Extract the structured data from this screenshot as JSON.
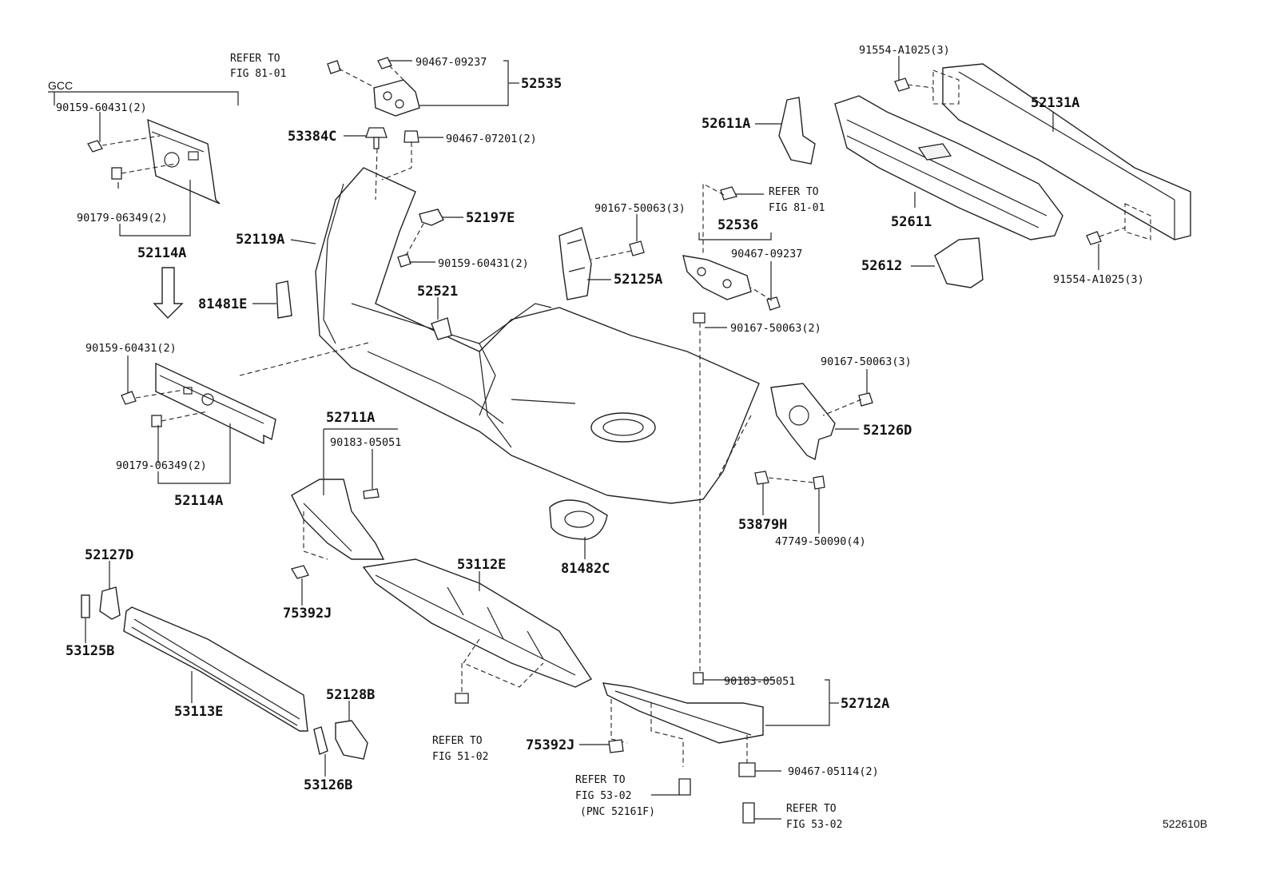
{
  "diagram": {
    "figure_id": "522610B",
    "region_note": "GCC",
    "arrow_icon": "down-arrow-icon",
    "labels": [
      {
        "id": "p90467-09237-a",
        "text": "90467-09237"
      },
      {
        "id": "p52535",
        "text": "52535"
      },
      {
        "id": "ref-81-01-a-1",
        "text": "REFER TO"
      },
      {
        "id": "ref-81-01-a-2",
        "text": "FIG 81-01"
      },
      {
        "id": "p90159-60431-a",
        "text": "90159-60431(2)"
      },
      {
        "id": "p90179-06349-a",
        "text": "90179-06349(2)"
      },
      {
        "id": "p52114A-a",
        "text": "52114A"
      },
      {
        "id": "p53384C",
        "text": "53384C"
      },
      {
        "id": "p90467-07201",
        "text": "90467-07201(2)"
      },
      {
        "id": "p52197E",
        "text": "52197E"
      },
      {
        "id": "p52119A",
        "text": "52119A"
      },
      {
        "id": "p90159-60431-b",
        "text": "90159-60431(2)"
      },
      {
        "id": "p81481E",
        "text": "81481E"
      },
      {
        "id": "p52521",
        "text": "52521"
      },
      {
        "id": "p90159-60431-c",
        "text": "90159-60431(2)"
      },
      {
        "id": "p90179-06349-b",
        "text": "90179-06349(2)"
      },
      {
        "id": "p52114A-b",
        "text": "52114A"
      },
      {
        "id": "p52711A",
        "text": "52711A"
      },
      {
        "id": "p90183-05051-a",
        "text": "90183-05051"
      },
      {
        "id": "p91554-A1025-a",
        "text": "91554-A1025(3)"
      },
      {
        "id": "p52131A",
        "text": "52131A"
      },
      {
        "id": "p52611A",
        "text": "52611A"
      },
      {
        "id": "ref-81-01-b-1",
        "text": "REFER TO"
      },
      {
        "id": "ref-81-01-b-2",
        "text": "FIG 81-01"
      },
      {
        "id": "p90167-50063-a",
        "text": "90167-50063(3)"
      },
      {
        "id": "p52611",
        "text": "52611"
      },
      {
        "id": "p52536",
        "text": "52536"
      },
      {
        "id": "p90467-09237-b",
        "text": "90467-09237"
      },
      {
        "id": "p52125A",
        "text": "52125A"
      },
      {
        "id": "p52612",
        "text": "52612"
      },
      {
        "id": "p91554-A1025-b",
        "text": "91554-A1025(3)"
      },
      {
        "id": "p90167-50063-b",
        "text": "90167-50063(2)"
      },
      {
        "id": "p90167-50063-c",
        "text": "90167-50063(3)"
      },
      {
        "id": "p52126D",
        "text": "52126D"
      },
      {
        "id": "p53879H",
        "text": "53879H"
      },
      {
        "id": "p47749-50090",
        "text": "47749-50090(4)"
      },
      {
        "id": "p81482C",
        "text": "81482C"
      },
      {
        "id": "p53112E",
        "text": "53112E"
      },
      {
        "id": "p75392J-a",
        "text": "75392J"
      },
      {
        "id": "p52127D",
        "text": "52127D"
      },
      {
        "id": "p53125B",
        "text": "53125B"
      },
      {
        "id": "p53113E",
        "text": "53113E"
      },
      {
        "id": "p52128B",
        "text": "52128B"
      },
      {
        "id": "p53126B",
        "text": "53126B"
      },
      {
        "id": "ref-51-02-1",
        "text": "REFER TO"
      },
      {
        "id": "ref-51-02-2",
        "text": "FIG 51-02"
      },
      {
        "id": "p75392J-b",
        "text": "75392J"
      },
      {
        "id": "ref-53-02-a-1",
        "text": "REFER TO"
      },
      {
        "id": "ref-53-02-a-2",
        "text": "FIG 53-02"
      },
      {
        "id": "ref-53-02-a-3",
        "text": "(PNC 52161F)"
      },
      {
        "id": "p90183-05051-b",
        "text": "90183-05051"
      },
      {
        "id": "p52712A",
        "text": "52712A"
      },
      {
        "id": "p90467-05114",
        "text": "90467-05114(2)"
      },
      {
        "id": "ref-53-02-b-1",
        "text": "REFER TO"
      },
      {
        "id": "ref-53-02-b-2",
        "text": "FIG 53-02"
      }
    ]
  }
}
